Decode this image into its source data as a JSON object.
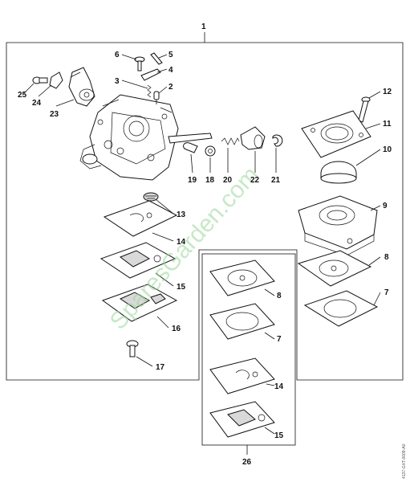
{
  "labels": {
    "p1": "1",
    "p2": "2",
    "p3": "3",
    "p4": "4",
    "p5": "5",
    "p6": "6",
    "p7a": "7",
    "p7b": "7",
    "p8a": "8",
    "p8b": "8",
    "p9": "9",
    "p10": "10",
    "p11": "11",
    "p12": "12",
    "p13": "13",
    "p14a": "14",
    "p14b": "14",
    "p15a": "15",
    "p15b": "15",
    "p16": "16",
    "p17": "17",
    "p18": "18",
    "p19": "19",
    "p20": "20",
    "p21": "21",
    "p22": "22",
    "p23": "23",
    "p24": "24",
    "p25": "25",
    "p26": "26"
  },
  "watermark": "SparesGarden.com",
  "drawing_code": "4137-GXT-0009-A0",
  "colors": {
    "line": "#111111",
    "watermark": "#9ad79a",
    "fill_gray": "#d9d9d9"
  }
}
